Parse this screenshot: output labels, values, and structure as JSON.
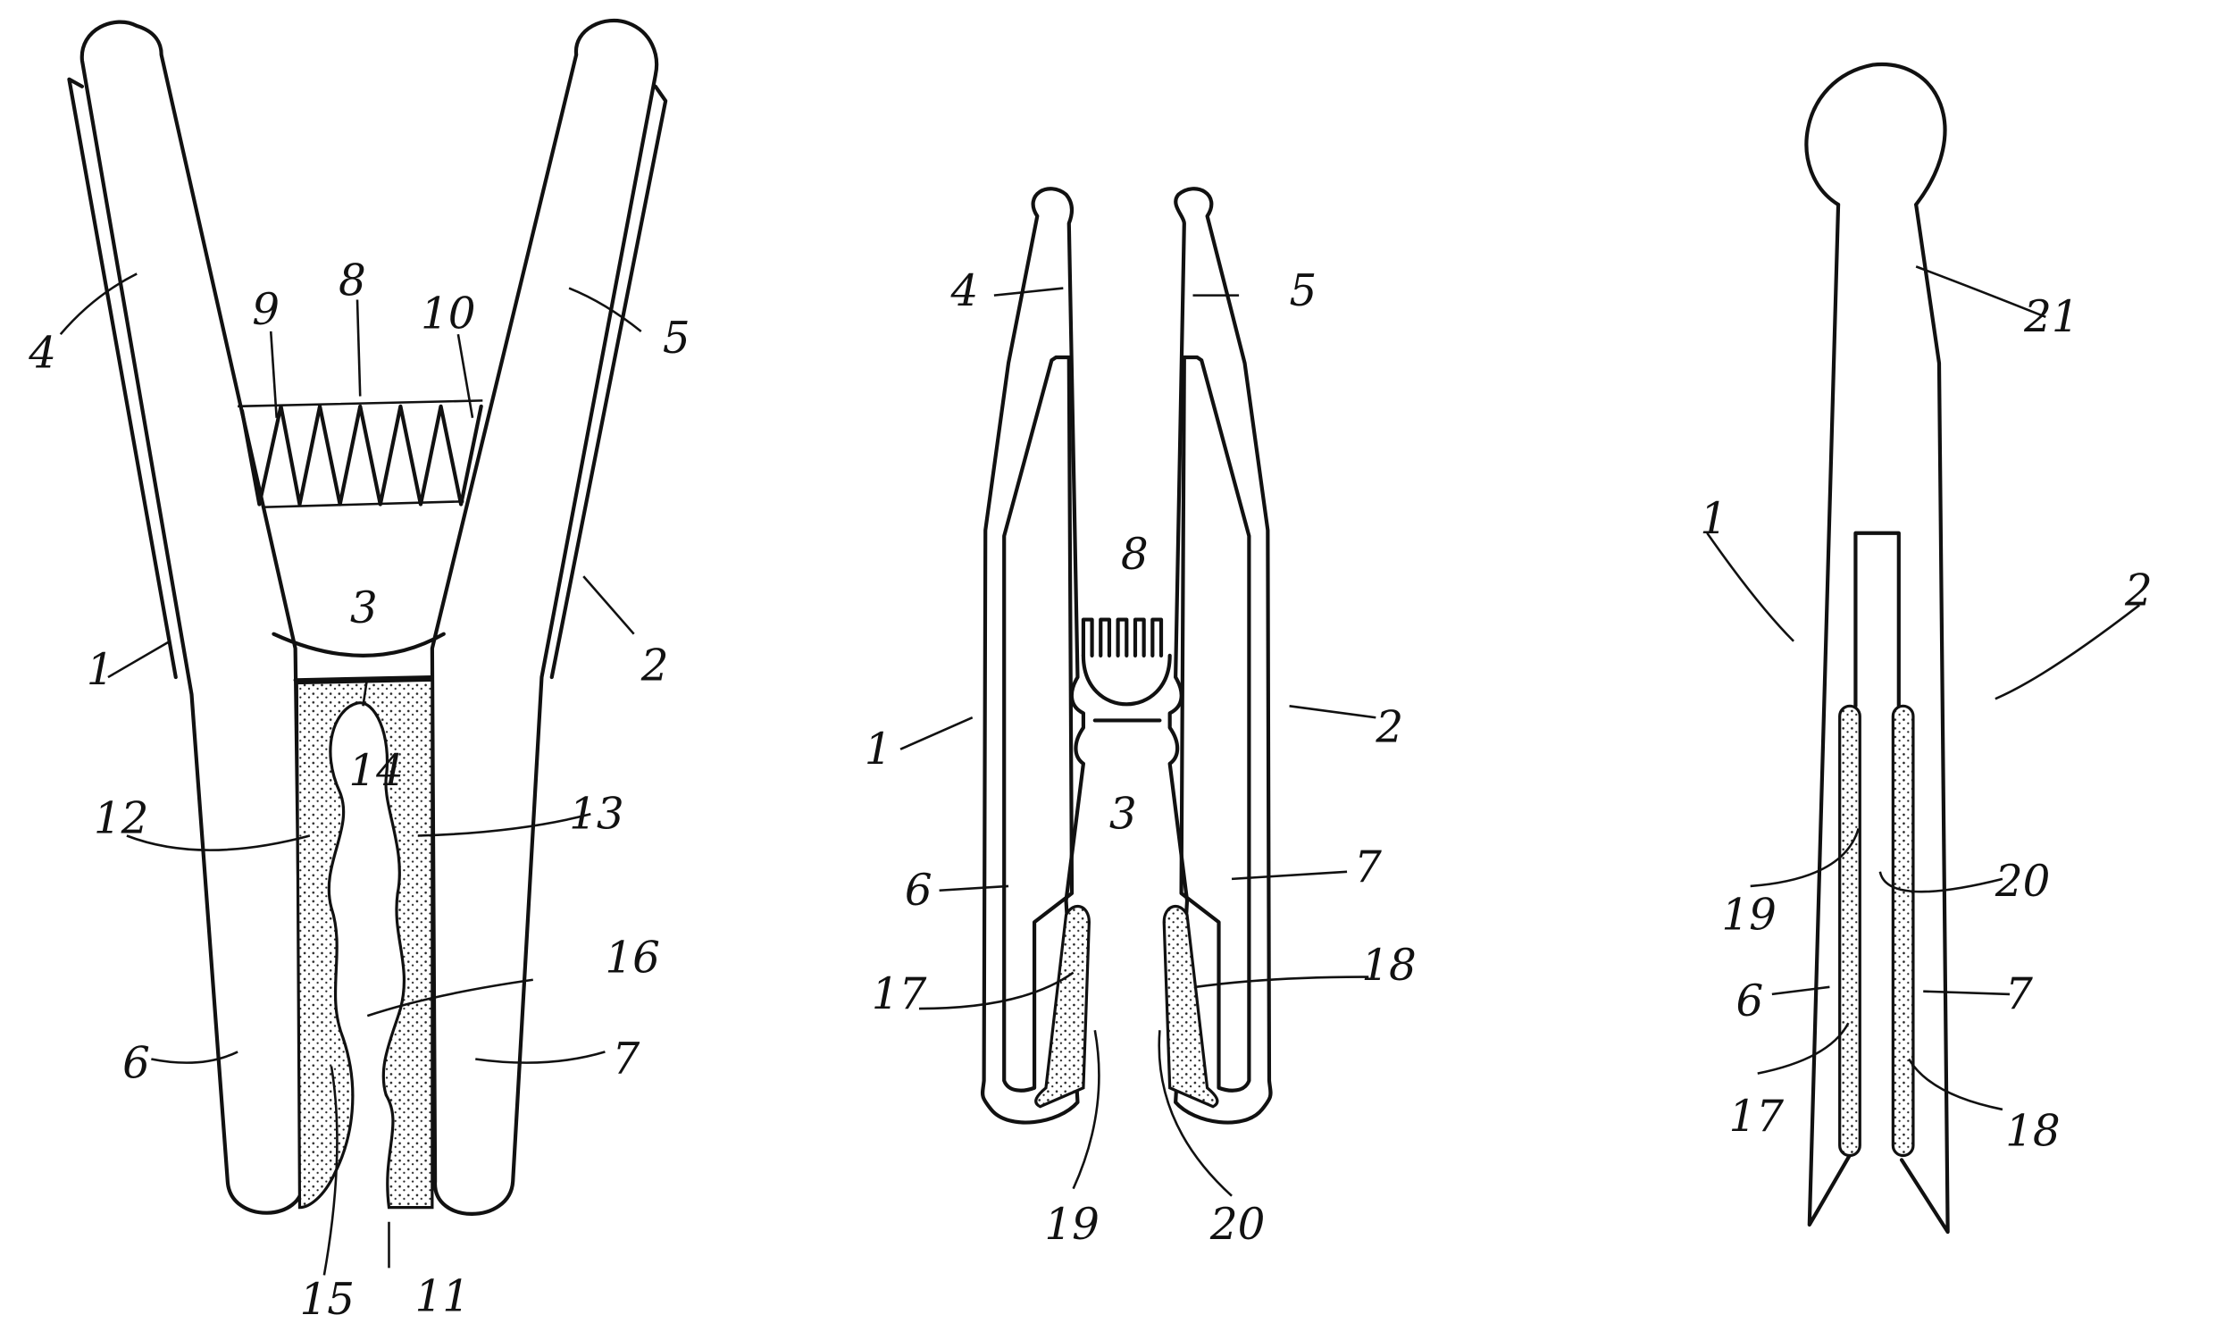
{
  "figure1": {
    "labels": [
      "4",
      "9",
      "8",
      "10",
      "5",
      "1",
      "2",
      "3",
      "14",
      "12",
      "13",
      "16",
      "6",
      "7",
      "15",
      "11"
    ]
  },
  "figure2": {
    "labels": [
      "4",
      "5",
      "8",
      "1",
      "2",
      "3",
      "6",
      "7",
      "17",
      "18",
      "19",
      "20"
    ]
  },
  "figure3": {
    "labels": [
      "21",
      "1",
      "2",
      "19",
      "20",
      "6",
      "7",
      "17",
      "18"
    ]
  },
  "colors": {
    "ink": "#111111",
    "paper": "#ffffff"
  }
}
